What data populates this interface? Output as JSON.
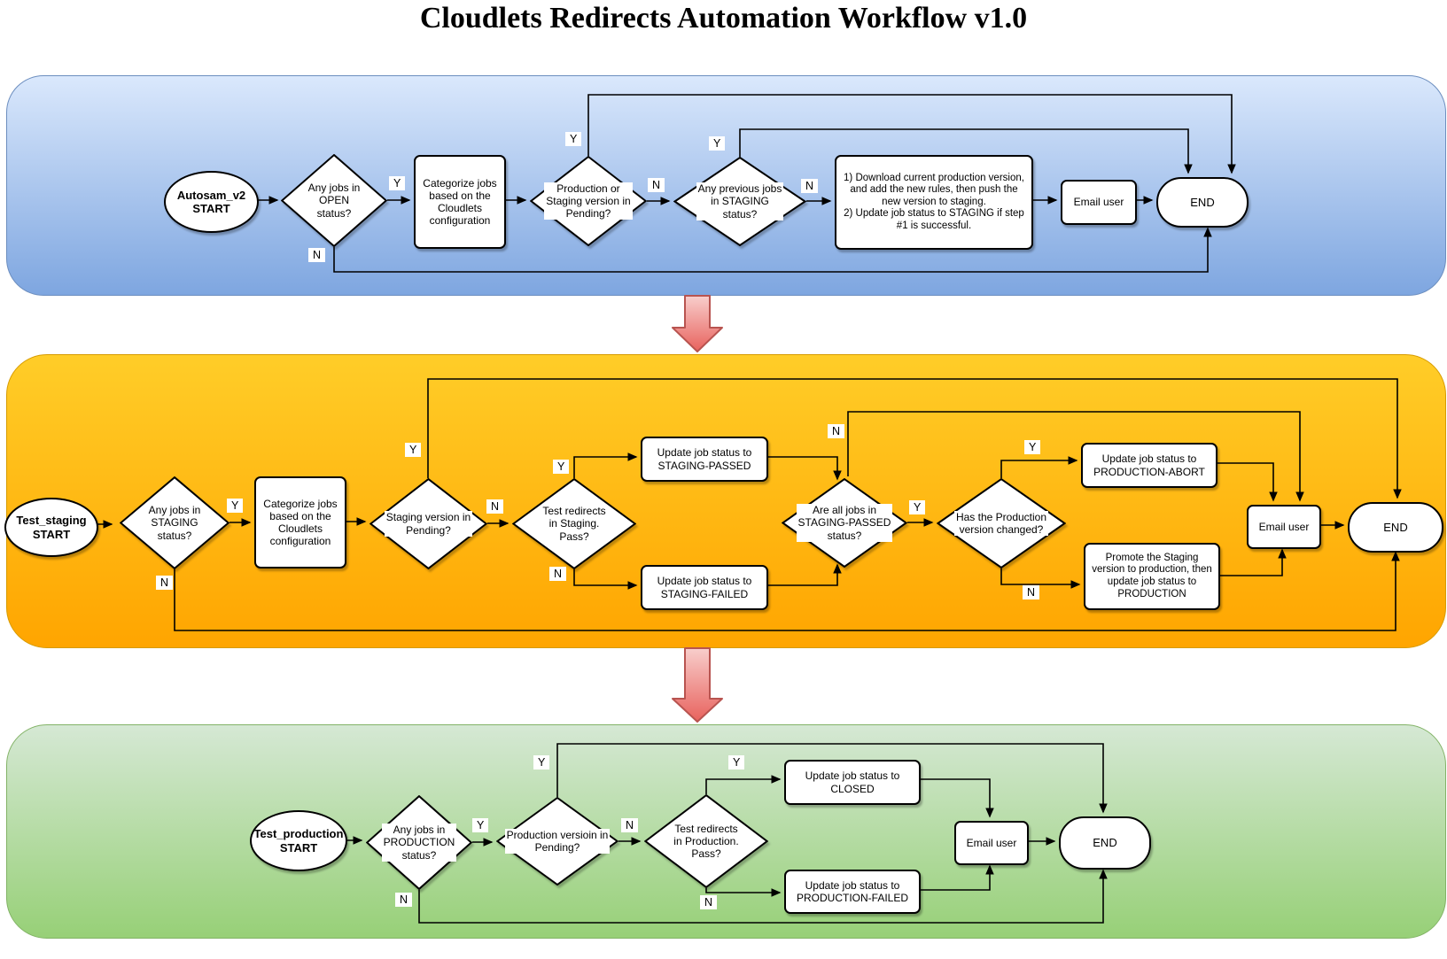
{
  "title": "Cloudlets Redirects Automation Workflow v1.0",
  "labels": {
    "yes": "Y",
    "no": "N"
  },
  "colors": {
    "lane_blue_top": "#dae8fc",
    "lane_blue_bottom": "#7ea6e0",
    "lane_blue_border": "#6c8ebf",
    "lane_orange_top": "#ffcd28",
    "lane_orange_bottom": "#ffa500",
    "lane_orange_border": "#d79b00",
    "lane_green_top": "#d5e8d4",
    "lane_green_bottom": "#97d077",
    "lane_green_border": "#82b366",
    "connector_arrow_fill_top": "#f8cecc",
    "connector_arrow_fill_bottom": "#e8625d",
    "connector_arrow_border": "#b85450",
    "edge_stroke": "#000000"
  },
  "lane1": {
    "start": "Autosam_v2\nSTART",
    "d_open": "Any jobs in\nOPEN\nstatus?",
    "categorize": "Categorize jobs\nbased on the\nCloudlets\nconfiguration",
    "d_pending": "Production or\nStaging version in\nPending?",
    "d_prev_staging": "Any previous jobs\nin STAGING\nstatus?",
    "download": "1) Download current production version,\nand add the new rules, then push the\nnew version  to staging.\n2) Update job status to STAGING if step\n#1 is successful.",
    "email": "Email user",
    "end": "END"
  },
  "lane2": {
    "start": "Test_staging\nSTART",
    "d_staging": "Any jobs in\nSTAGING\nstatus?",
    "categorize": "Categorize jobs\nbased on the\nCloudlets\nconfiguration",
    "d_pending": "Staging version in\nPending?",
    "d_test": "Test redirects\nin Staging.\nPass?",
    "passed": "Update job status to\nSTAGING-PASSED",
    "failed": "Update job status to\nSTAGING-FAILED",
    "d_all_passed": "Are all jobs in\nSTAGING-PASSED\nstatus?",
    "d_prod_changed": "Has the Production\nversion changed?",
    "abort": "Update job status to\nPRODUCTION-ABORT",
    "promote": "Promote the Staging\nversion to production, then\nupdate job status to\nPRODUCTION",
    "email": "Email user",
    "end": "END"
  },
  "lane3": {
    "start": "Test_production\nSTART",
    "d_production": "Any jobs in\nPRODUCTION\nstatus?",
    "d_pending": "Production versioin in\nPending?",
    "d_test": "Test redirects\nin Production.\nPass?",
    "closed": "Update job status to\nCLOSED",
    "failed": "Update job status to\nPRODUCTION-FAILED",
    "email": "Email user",
    "end": "END"
  }
}
